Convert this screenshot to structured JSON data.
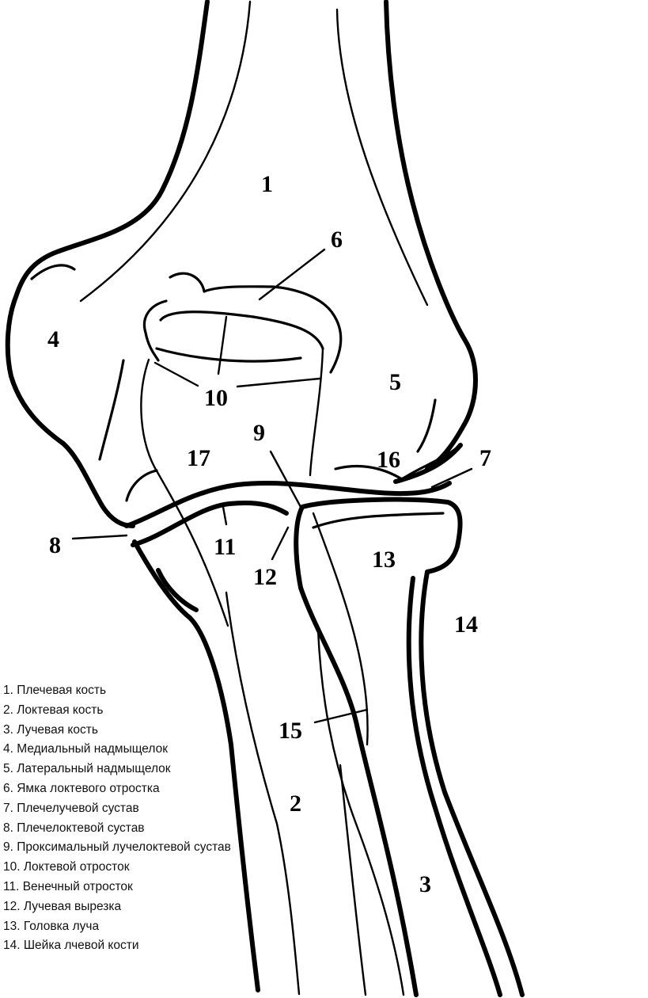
{
  "diagram": {
    "labels": [
      "1",
      "2",
      "3",
      "4",
      "5",
      "6",
      "7",
      "8",
      "9",
      "10",
      "11",
      "12",
      "13",
      "14",
      "15",
      "16",
      "17"
    ]
  },
  "legend": {
    "items": [
      "1. Плечевая кость",
      "2. Локтевая кость",
      "3. Лучевая кость",
      "4. Медиальный надмыщелок",
      "5. Латеральный надмыщелок",
      "6. Ямка локтевого отростка",
      "7. Плечелучевой сустав",
      "8. Плечелоктевой сустав",
      "9. Проксимальный лучелоктевой сустав",
      "10. Локтевой отросток",
      "11. Венечный отросток",
      "12. Лучевая вырезка",
      "13. Головка луча",
      "14. Шейка лчевой кости"
    ]
  }
}
